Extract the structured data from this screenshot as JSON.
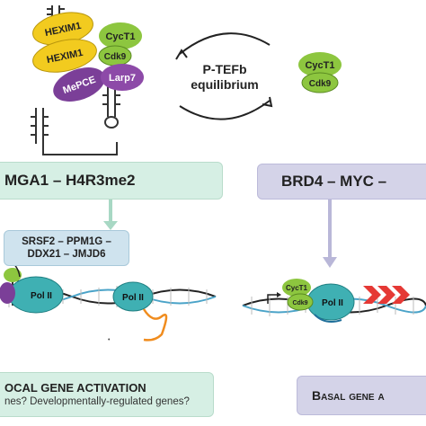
{
  "complex": {
    "hexim_top": "HEXIM1",
    "hexim_bottom": "HEXIM1",
    "cyct1": "CycT1",
    "cdk9": "Cdk9",
    "mepce": "MePCE",
    "larp7": "Larp7"
  },
  "equilibrium": {
    "line1": "P-TEFb",
    "line2": "equilibrium"
  },
  "free_ptefb": {
    "cyct1": "CycT1",
    "cdk9": "Cdk9"
  },
  "left_banner": {
    "label": "MGA1 – H4R3me2"
  },
  "right_banner": {
    "label": "BRD4 – MYC –"
  },
  "factors": {
    "line1": "SRSF2 – PPM1G –",
    "line2": "DDX21 – JMJD6"
  },
  "polymerase": {
    "left_pol": "Pol II",
    "middle_pol": "Pol II",
    "right_pol": "Pol II",
    "right_cyct1": "CycT1",
    "right_cdk9": "Cdk9"
  },
  "left_footer": {
    "title": "OCAL GENE ACTIVATION",
    "subtitle": "nes? Developmentally-regulated genes?"
  },
  "right_footer": {
    "title": "Basal gene a"
  },
  "colors": {
    "green_banner": "#d6efe4",
    "lavender_banner": "#d4d3e8",
    "factor_box": "#cfe3ee",
    "hexim": "#f2cb1f",
    "cyc": "#8dc63f",
    "mepce": "#7b3f98",
    "pol": "#3fb0b3",
    "chevron": "#e53935"
  }
}
